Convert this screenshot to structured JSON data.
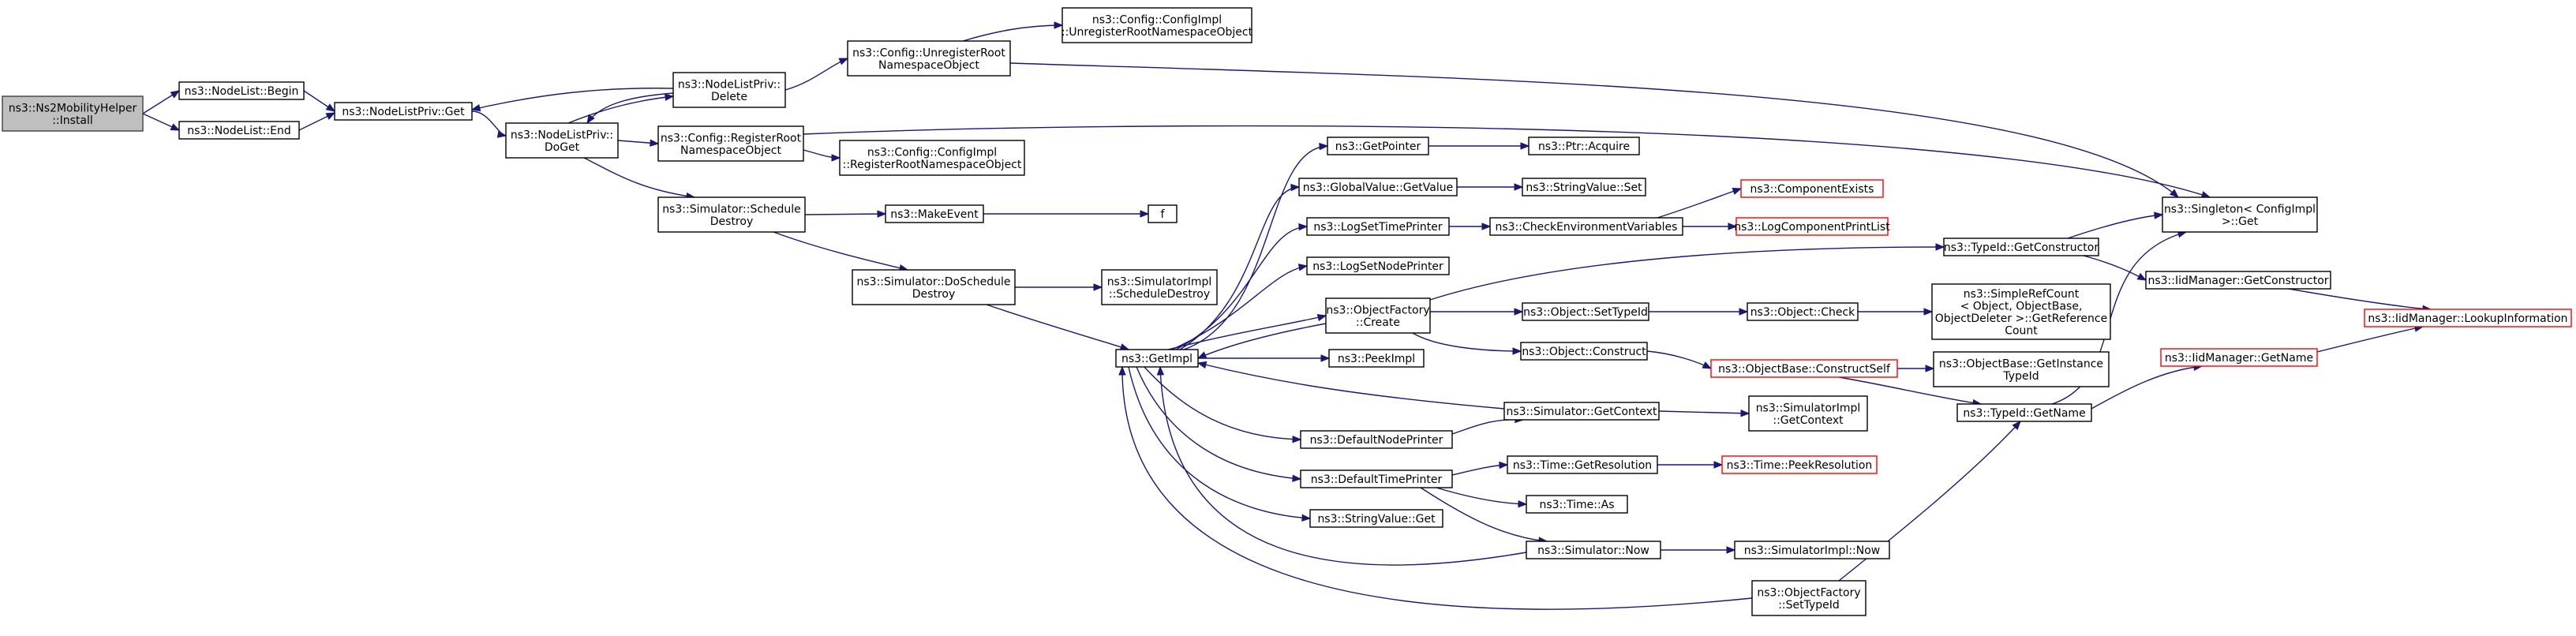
{
  "colors": {
    "edge": "#191970",
    "node_border": "#000000",
    "root_fill": "#bfbfbf",
    "missing_border": "#ff0000"
  },
  "nodes": {
    "install": {
      "lines": [
        "ns3::Ns2MobilityHelper",
        "::Install"
      ]
    },
    "nl_begin": {
      "lines": [
        "ns3::NodeList::Begin"
      ]
    },
    "nl_end": {
      "lines": [
        "ns3::NodeList::End"
      ]
    },
    "nlp_get": {
      "lines": [
        "ns3::NodeListPriv::Get"
      ]
    },
    "nlp_doget": {
      "lines": [
        "ns3::NodeListPriv::",
        "DoGet"
      ]
    },
    "nlp_delete": {
      "lines": [
        "ns3::NodeListPriv::",
        "Delete"
      ]
    },
    "cfg_unreg": {
      "lines": [
        "ns3::Config::UnregisterRoot",
        "NamespaceObject"
      ]
    },
    "cfgimpl_unreg": {
      "lines": [
        "ns3::Config::ConfigImpl",
        "::UnregisterRootNamespaceObject"
      ]
    },
    "cfg_reg": {
      "lines": [
        "ns3::Config::RegisterRoot",
        "NamespaceObject"
      ]
    },
    "cfgimpl_reg": {
      "lines": [
        "ns3::Config::ConfigImpl",
        "::RegisterRootNamespaceObject"
      ]
    },
    "sim_schedule": {
      "lines": [
        "ns3::Simulator::Schedule",
        "Destroy"
      ]
    },
    "makeevent": {
      "lines": [
        "ns3::MakeEvent"
      ]
    },
    "f": {
      "lines": [
        "f"
      ]
    },
    "sim_doschedule": {
      "lines": [
        "ns3::Simulator::DoSchedule",
        "Destroy"
      ]
    },
    "simimpl_schedule": {
      "lines": [
        "ns3::SimulatorImpl",
        "::ScheduleDestroy"
      ]
    },
    "getimpl": {
      "lines": [
        "ns3::GetImpl"
      ]
    },
    "getpointer": {
      "lines": [
        "ns3::GetPointer"
      ]
    },
    "ptr_acquire": {
      "lines": [
        "ns3::Ptr::Acquire"
      ]
    },
    "gv_getvalue": {
      "lines": [
        "ns3::GlobalValue::GetValue"
      ]
    },
    "sv_set": {
      "lines": [
        "ns3::StringValue::Set"
      ]
    },
    "logsettime": {
      "lines": [
        "ns3::LogSetTimePrinter"
      ]
    },
    "checkenv": {
      "lines": [
        "ns3::CheckEnvironmentVariables"
      ]
    },
    "compexists": {
      "lines": [
        "ns3::ComponentExists"
      ]
    },
    "logcomplist": {
      "lines": [
        "ns3::LogComponentPrintList"
      ]
    },
    "logsetnode": {
      "lines": [
        "ns3::LogSetNodePrinter"
      ]
    },
    "of_create": {
      "lines": [
        "ns3::ObjectFactory",
        "::Create"
      ]
    },
    "obj_settypeid": {
      "lines": [
        "ns3::Object::SetTypeId"
      ]
    },
    "obj_check": {
      "lines": [
        "ns3::Object::Check"
      ]
    },
    "simplerefcount": {
      "lines": [
        "ns3::SimpleRefCount",
        "< Object, ObjectBase,",
        "ObjectDeleter >::GetReference",
        "Count"
      ]
    },
    "obj_construct": {
      "lines": [
        "ns3::Object::Construct"
      ]
    },
    "ob_constructself": {
      "lines": [
        "ns3::ObjectBase::ConstructSelf"
      ]
    },
    "ob_getinstance": {
      "lines": [
        "ns3::ObjectBase::GetInstance",
        "TypeId"
      ]
    },
    "tid_getconstructor": {
      "lines": [
        "ns3::TypeId::GetConstructor"
      ]
    },
    "tid_getname": {
      "lines": [
        "ns3::TypeId::GetName"
      ]
    },
    "iid_getconstructor": {
      "lines": [
        "ns3::IidManager::GetConstructor"
      ]
    },
    "iid_getname": {
      "lines": [
        "ns3::IidManager::GetName"
      ]
    },
    "iid_lookup": {
      "lines": [
        "ns3::IidManager::LookupInformation"
      ]
    },
    "singleton_get": {
      "lines": [
        "ns3::Singleton< ConfigImpl",
        " >::Get"
      ]
    },
    "peekimpl": {
      "lines": [
        "ns3::PeekImpl"
      ]
    },
    "sim_getcontext": {
      "lines": [
        "ns3::Simulator::GetContext"
      ]
    },
    "simimpl_getcontext": {
      "lines": [
        "ns3::SimulatorImpl",
        "::GetContext"
      ]
    },
    "defnodeprinter": {
      "lines": [
        "ns3::DefaultNodePrinter"
      ]
    },
    "deftimeprinter": {
      "lines": [
        "ns3::DefaultTimePrinter"
      ]
    },
    "time_getres": {
      "lines": [
        "ns3::Time::GetResolution"
      ]
    },
    "time_peekres": {
      "lines": [
        "ns3::Time::PeekResolution"
      ]
    },
    "time_as": {
      "lines": [
        "ns3::Time::As"
      ]
    },
    "sv_get": {
      "lines": [
        "ns3::StringValue::Get"
      ]
    },
    "sim_now": {
      "lines": [
        "ns3::Simulator::Now"
      ]
    },
    "simimpl_now": {
      "lines": [
        "ns3::SimulatorImpl::Now"
      ]
    },
    "of_settypeid": {
      "lines": [
        "ns3::ObjectFactory",
        "::SetTypeId"
      ]
    }
  }
}
